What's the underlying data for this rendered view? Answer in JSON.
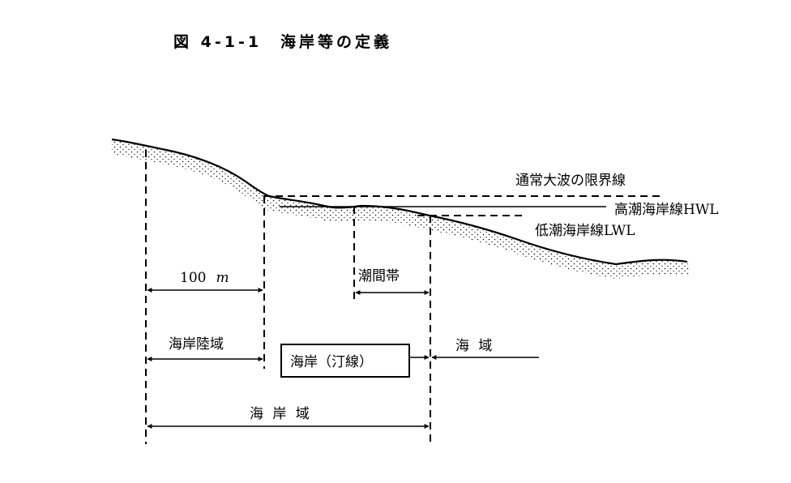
{
  "title": "図 4-1-1　海岸等の定義",
  "lines": {
    "wave_limit": "通常大波の限界線",
    "hwl": "高潮海岸線HWL",
    "lwl": "低潮海岸線LWL"
  },
  "zones": {
    "distance_value": "100",
    "distance_unit": "m",
    "intertidal": "潮間帯",
    "coastal_land": "海岸陸域",
    "coast_box": "海岸（汀線）",
    "sea_area": "海 域",
    "coastal_area": "海 岸 域"
  }
}
